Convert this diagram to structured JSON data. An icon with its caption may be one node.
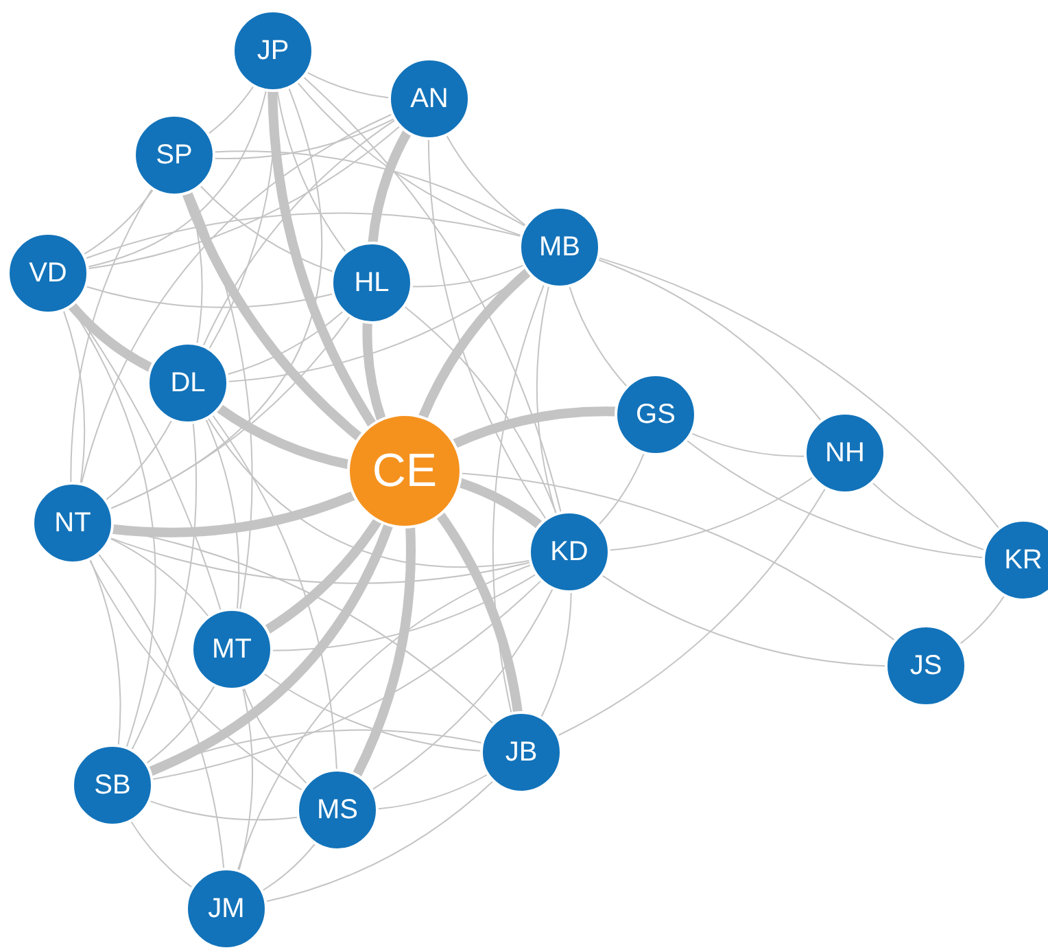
{
  "diagram": {
    "nodes": [
      {
        "text": [
          "JP"
        ]
      },
      {
        "text": [
          "AN"
        ]
      },
      {
        "text": [
          "SP"
        ]
      },
      {
        "text": [
          "VD"
        ]
      },
      {
        "text": [
          "HL"
        ]
      },
      {
        "text": [
          "MB"
        ]
      },
      {
        "text": [
          "DL"
        ]
      },
      {
        "text": [
          "CE"
        ]
      },
      {
        "text": [
          "GS"
        ]
      },
      {
        "text": [
          "NH"
        ]
      },
      {
        "text": [
          "NT"
        ]
      },
      {
        "text": [
          "KD"
        ]
      },
      {
        "text": [
          "KR"
        ]
      },
      {
        "text": [
          "MT"
        ]
      },
      {
        "text": [
          "JS"
        ]
      },
      {
        "text": [
          "JB"
        ]
      },
      {
        "text": [
          "SB"
        ]
      },
      {
        "text": [
          "MS"
        ]
      },
      {
        "text": [
          "JM"
        ]
      }
    ],
    "edges": [
      {
        "from": 0,
        "to": 7,
        "arrow": "none",
        "style": "thick"
      },
      {
        "from": 2,
        "to": 7,
        "arrow": "none",
        "style": "thick"
      },
      {
        "from": 6,
        "to": 7,
        "arrow": "none",
        "style": "thick"
      },
      {
        "from": 10,
        "to": 7,
        "arrow": "none",
        "style": "thick"
      },
      {
        "from": 13,
        "to": 7,
        "arrow": "none",
        "style": "thick"
      },
      {
        "from": 16,
        "to": 7,
        "arrow": "none",
        "style": "thick"
      },
      {
        "from": 17,
        "to": 7,
        "arrow": "none",
        "style": "thick"
      },
      {
        "from": 15,
        "to": 7,
        "arrow": "none",
        "style": "thick"
      },
      {
        "from": 11,
        "to": 7,
        "arrow": "none",
        "style": "thick"
      },
      {
        "from": 8,
        "to": 7,
        "arrow": "none",
        "style": "thick"
      },
      {
        "from": 5,
        "to": 7,
        "arrow": "none",
        "style": "thick"
      },
      {
        "from": 4,
        "to": 7,
        "arrow": "none",
        "style": "thick"
      },
      {
        "from": 3,
        "to": 6,
        "arrow": "none",
        "style": "thick"
      },
      {
        "from": 1,
        "to": 4,
        "arrow": "none",
        "style": "thick"
      },
      {
        "from": 0,
        "to": 1,
        "arrow": "none"
      },
      {
        "from": 2,
        "to": 0,
        "arrow": "none"
      },
      {
        "from": 3,
        "to": 0,
        "arrow": "none"
      },
      {
        "from": 0,
        "to": 5,
        "arrow": "none"
      },
      {
        "from": 0,
        "to": 4,
        "arrow": "none"
      },
      {
        "from": 6,
        "to": 0,
        "arrow": "none"
      },
      {
        "from": 10,
        "to": 0,
        "arrow": "none"
      },
      {
        "from": 0,
        "to": 11,
        "arrow": "none"
      },
      {
        "from": 2,
        "to": 1,
        "arrow": "none"
      },
      {
        "from": 3,
        "to": 1,
        "arrow": "none"
      },
      {
        "from": 1,
        "to": 5,
        "arrow": "none"
      },
      {
        "from": 6,
        "to": 1,
        "arrow": "none"
      },
      {
        "from": 1,
        "to": 11,
        "arrow": "none"
      },
      {
        "from": 10,
        "to": 1,
        "arrow": "none"
      },
      {
        "from": 3,
        "to": 2,
        "arrow": "none"
      },
      {
        "from": 2,
        "to": 4,
        "arrow": "none"
      },
      {
        "from": 2,
        "to": 5,
        "arrow": "none"
      },
      {
        "from": 6,
        "to": 2,
        "arrow": "none"
      },
      {
        "from": 10,
        "to": 2,
        "arrow": "none"
      },
      {
        "from": 13,
        "to": 2,
        "arrow": "none"
      },
      {
        "from": 3,
        "to": 4,
        "arrow": "none"
      },
      {
        "from": 3,
        "to": 5,
        "arrow": "none"
      },
      {
        "from": 10,
        "to": 3,
        "arrow": "none"
      },
      {
        "from": 13,
        "to": 3,
        "arrow": "none"
      },
      {
        "from": 16,
        "to": 3,
        "arrow": "none"
      },
      {
        "from": 4,
        "to": 5,
        "arrow": "none"
      },
      {
        "from": 6,
        "to": 4,
        "arrow": "none"
      },
      {
        "from": 4,
        "to": 11,
        "arrow": "none"
      },
      {
        "from": 10,
        "to": 4,
        "arrow": "none"
      },
      {
        "from": 5,
        "to": 11,
        "arrow": "none"
      },
      {
        "from": 5,
        "to": 8,
        "arrow": "none"
      },
      {
        "from": 6,
        "to": 5,
        "arrow": "none"
      },
      {
        "from": 5,
        "to": 15,
        "arrow": "none"
      },
      {
        "from": 5,
        "to": 9,
        "arrow": "none"
      },
      {
        "from": 5,
        "to": 12,
        "arrow": "none"
      },
      {
        "from": 10,
        "to": 6,
        "arrow": "none"
      },
      {
        "from": 13,
        "to": 6,
        "arrow": "none"
      },
      {
        "from": 6,
        "to": 11,
        "arrow": "none"
      },
      {
        "from": 16,
        "to": 6,
        "arrow": "none"
      },
      {
        "from": 17,
        "to": 6,
        "arrow": "none"
      },
      {
        "from": 8,
        "to": 9,
        "arrow": "none"
      },
      {
        "from": 11,
        "to": 8,
        "arrow": "none"
      },
      {
        "from": 8,
        "to": 12,
        "arrow": "none"
      },
      {
        "from": 9,
        "to": 12,
        "arrow": "none"
      },
      {
        "from": 11,
        "to": 9,
        "arrow": "none"
      },
      {
        "from": 15,
        "to": 9,
        "arrow": "none"
      },
      {
        "from": 11,
        "to": 14,
        "arrow": "none"
      },
      {
        "from": 7,
        "to": 14,
        "arrow": "none"
      },
      {
        "from": 14,
        "to": 12,
        "arrow": "none"
      },
      {
        "from": 16,
        "to": 10,
        "arrow": "none"
      },
      {
        "from": 13,
        "to": 10,
        "arrow": "none"
      },
      {
        "from": 17,
        "to": 10,
        "arrow": "none"
      },
      {
        "from": 18,
        "to": 10,
        "arrow": "none"
      },
      {
        "from": 10,
        "to": 11,
        "arrow": "none"
      },
      {
        "from": 10,
        "to": 15,
        "arrow": "none"
      },
      {
        "from": 13,
        "to": 11,
        "arrow": "none"
      },
      {
        "from": 15,
        "to": 11,
        "arrow": "none"
      },
      {
        "from": 17,
        "to": 11,
        "arrow": "none"
      },
      {
        "from": 16,
        "to": 11,
        "arrow": "none"
      },
      {
        "from": 18,
        "to": 11,
        "arrow": "none"
      },
      {
        "from": 16,
        "to": 13,
        "arrow": "none"
      },
      {
        "from": 13,
        "to": 17,
        "arrow": "none"
      },
      {
        "from": 18,
        "to": 13,
        "arrow": "none"
      },
      {
        "from": 13,
        "to": 15,
        "arrow": "none"
      },
      {
        "from": 16,
        "to": 17,
        "arrow": "none"
      },
      {
        "from": 16,
        "to": 18,
        "arrow": "none"
      },
      {
        "from": 16,
        "to": 15,
        "arrow": "none"
      },
      {
        "from": 18,
        "to": 17,
        "arrow": "none"
      },
      {
        "from": 17,
        "to": 15,
        "arrow": "none"
      },
      {
        "from": 18,
        "to": 15,
        "arrow": "none"
      }
    ]
  }
}
